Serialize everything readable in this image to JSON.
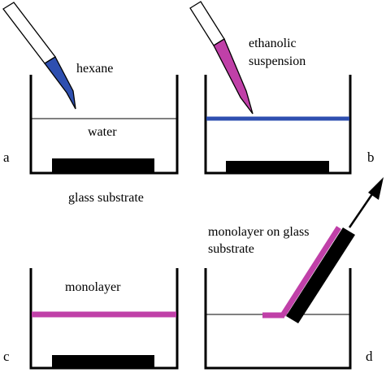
{
  "labels": {
    "hexane": "hexane",
    "water": "water",
    "ethanolic_line1": "ethanolic",
    "ethanolic_line2": "suspension",
    "glass_substrate": "glass substrate",
    "monolayer": "monolayer",
    "monolayer_on_glass_line1": "monolayer on glass",
    "monolayer_on_glass_line2": "substrate"
  },
  "panels": {
    "a": "a",
    "b": "b",
    "c": "c",
    "d": "d"
  },
  "colors": {
    "hexane_fill": "#2e4fb0",
    "ethanolic_fill": "#c040a8",
    "hexane_layer": "#2e4fb0",
    "monolayer": "#c040a8",
    "substrate": "#000000",
    "beaker": "#000000"
  }
}
